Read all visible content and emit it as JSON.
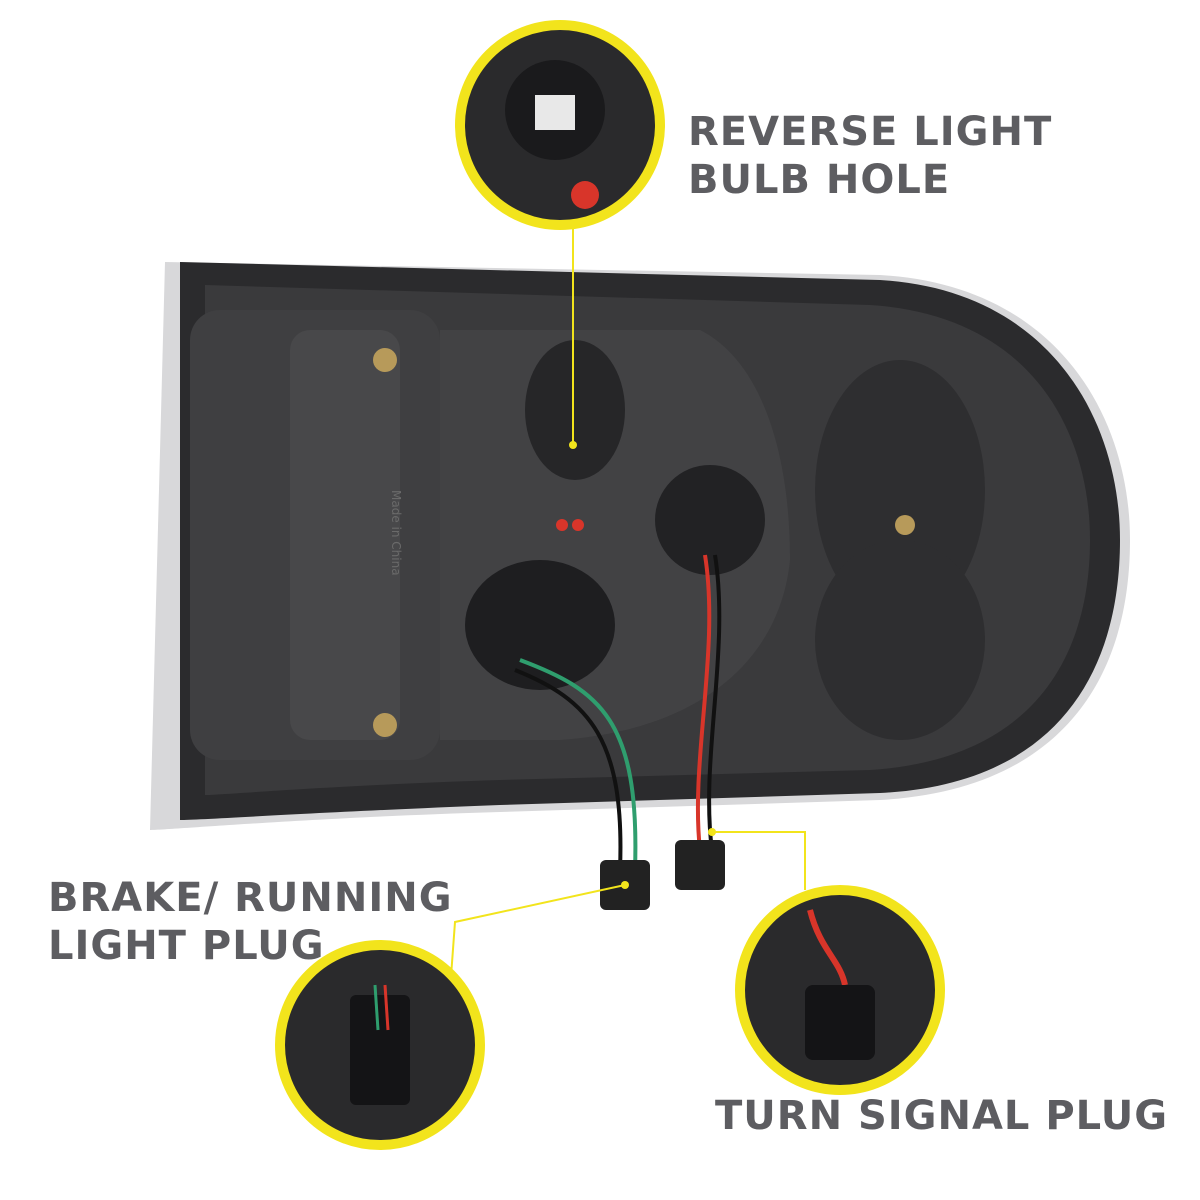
{
  "callouts": {
    "reverse": {
      "line1": "REVERSE LIGHT",
      "line2": "BULB HOLE"
    },
    "brake": {
      "line1": "BRAKE/ RUNNING",
      "line2": "LIGHT PLUG"
    },
    "turn": {
      "line1": "TURN SIGNAL PLUG"
    }
  },
  "part_marking": "Made in China",
  "colors": {
    "accent": "#f2e41c",
    "text": "#5d5d61",
    "housing": "#2b2b2d",
    "wire_red": "#d8352a",
    "wire_green": "#2f9e6e"
  }
}
